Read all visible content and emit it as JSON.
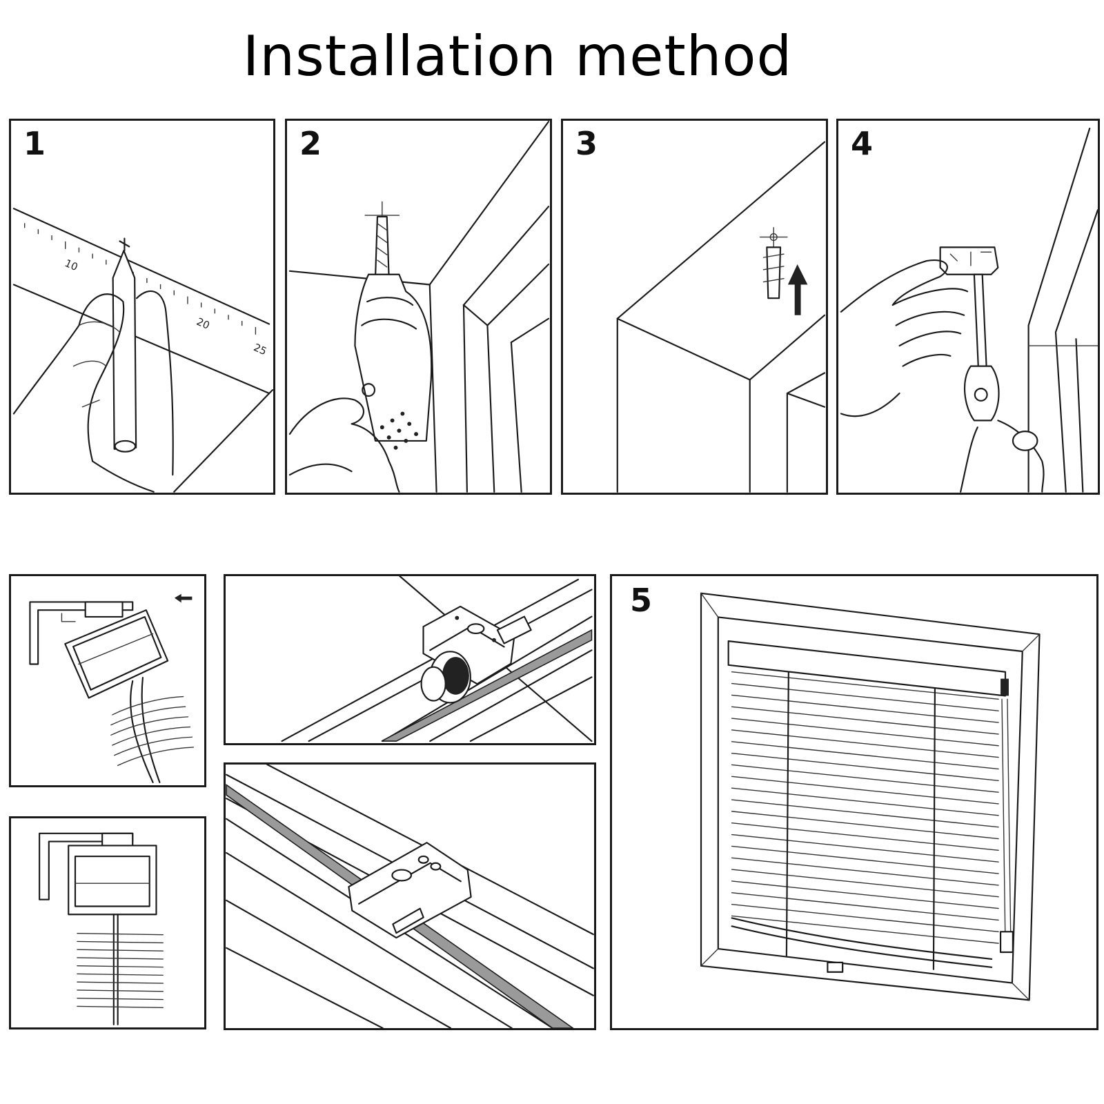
{
  "title": "Installation method",
  "steps": [
    {
      "number": "1",
      "icon": "ruler-pencil-marking-icon",
      "ruler_labels": [
        "10",
        "20",
        "25"
      ]
    },
    {
      "number": "2",
      "icon": "drill-icon"
    },
    {
      "number": "3",
      "icon": "wall-anchor-icon"
    },
    {
      "number": "4",
      "icon": "screwdriver-bracket-icon"
    },
    {
      "number": "5",
      "icon": "installed-blind-icon"
    }
  ],
  "details": [
    {
      "icon": "bracket-tilt-in-icon"
    },
    {
      "icon": "bracket-locked-icon"
    },
    {
      "icon": "headrail-mechanism-icon"
    },
    {
      "icon": "headrail-bracket-clip-icon"
    }
  ]
}
